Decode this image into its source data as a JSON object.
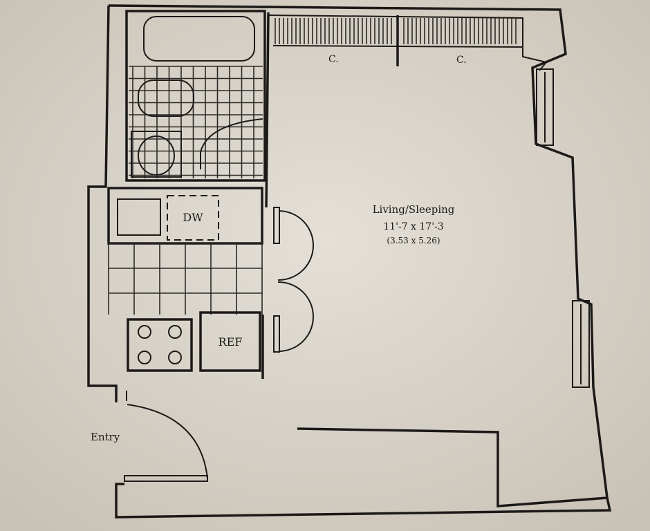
{
  "plan": {
    "room_name": "Living/Sleeping",
    "room_dims_imperial": "11'-7 x 17'-3",
    "room_dims_metric": "(3.53 x 5.26)",
    "closet_label_1": "C.",
    "closet_label_2": "C.",
    "dishwasher_label": "DW",
    "fridge_label": "REF",
    "entry_label": "Entry"
  },
  "colors": {
    "paper": "#d6d0c6",
    "ink": "#1c1a18"
  }
}
